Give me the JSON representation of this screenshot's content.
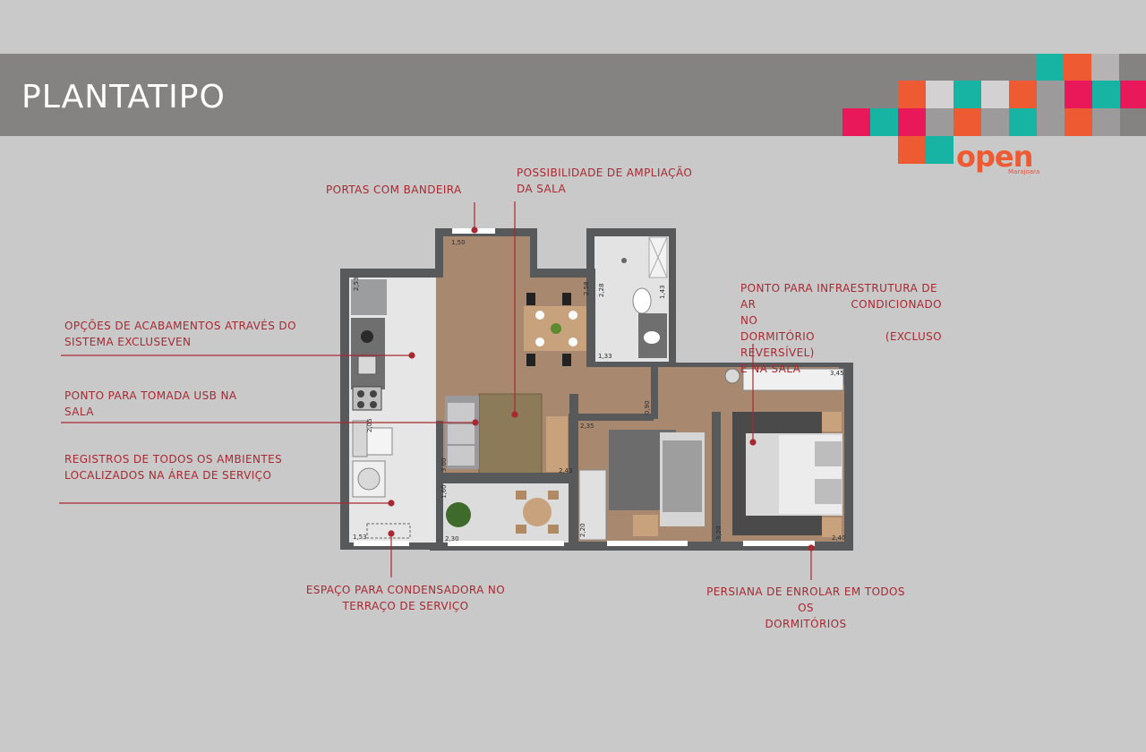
{
  "header": {
    "title": "PLANTATIPO"
  },
  "brand": {
    "logo_text": "open",
    "logo_sub": "Marajoara"
  },
  "callouts": {
    "portas": "PORTAS COM BANDEIRA",
    "ampliacao_1": "POSSIBILIDADE DE AMPLIAÇÃO",
    "ampliacao_2": "DA SALA",
    "acabamentos_1": "OPÇÕES DE ACABAMENTOS ATRAVÉS DO",
    "acabamentos_2": "SISTEMA EXCLUSEVEN",
    "usb_1": "PONTO PARA TOMADA USB NA",
    "usb_2": "SALA",
    "registros_1": "REGISTROS DE TODOS OS AMBIENTES",
    "registros_2": "LOCALIZADOS NA ÁREA DE SERVIÇO",
    "condensadora_1": "ESPAÇO PARA CONDENSADORA NO",
    "condensadora_2": "TERRAÇO DE SERVIÇO",
    "ar_1": "PONTO PARA INFRAESTRUTURA DE",
    "ar_2": "AR CONDICIONADO NO",
    "ar_3": "DORMITÓRIO (EXCLUSO REVERSÍVEL)",
    "ar_4": "E NA SALA",
    "persiana_1": "PERSIANA DE ENROLAR EM TODOS OS",
    "persiana_2": "DORMITÓRIOS"
  },
  "dimensions": {
    "d1": "1,50",
    "d2": "2,53",
    "d3": "2,58",
    "d4": "2,28",
    "d5": "1,43",
    "d6": "1,33",
    "d7": "3,45",
    "d8": "0,90",
    "d9": "2,35",
    "d10": "2,43",
    "d11": "3,00",
    "d12": "1,60",
    "d13": "2,30",
    "d14": "1,53",
    "d15": "2,20",
    "d16": "3,20",
    "d17": "2,40",
    "d18": "2,05"
  },
  "colors": {
    "background": "#c9c9c9",
    "band": "#858282",
    "callout_text": "#a82932",
    "teal": "#17b3a3",
    "orange": "#ee5a32",
    "magenta": "#e8185b",
    "gray_tile": "#b5b3b4",
    "wall": "#58595b",
    "floor_wood": "#a98870",
    "floor_tile": "#e6e6e6"
  }
}
